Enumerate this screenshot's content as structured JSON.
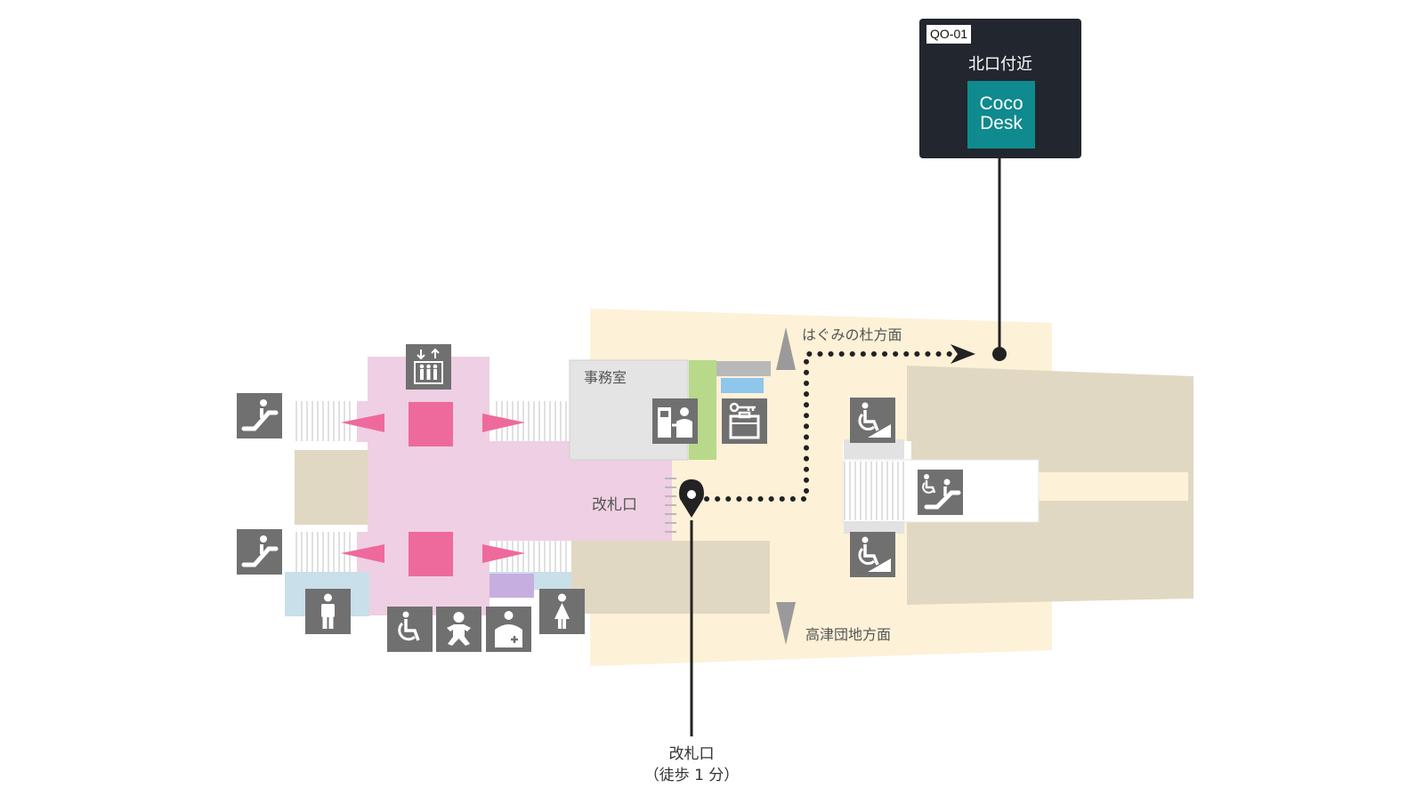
{
  "locker": {
    "code": "QO-01",
    "location": "北口付近",
    "logo_lines": [
      "Coco",
      "Desk"
    ]
  },
  "labels": {
    "office": "事務室",
    "ticket_gate": "改札口",
    "north_direction": "はぐみの杜方面",
    "south_direction": "高津団地方面",
    "route_start_line1": "改札口",
    "route_start_line2": "（徒歩 1 分）"
  },
  "icons": [
    "escalator-icon",
    "elevator-icon",
    "ticket-machine-icon",
    "coin-locker-icon",
    "wheelchair-ramp-icon",
    "accessible-escalator-icon",
    "mens-restroom-icon",
    "accessible-restroom-icon",
    "baby-care-icon",
    "ostomate-icon",
    "womens-restroom-icon",
    "map-pin-icon"
  ],
  "colors": {
    "concourse": "#fdf1d8",
    "restricted_area": "#e1d8c3",
    "paid_area": "#efcfe3",
    "stair_pink": "#ee6a9c",
    "icon_gray": "#707070",
    "callout_bg": "#22262e",
    "logo_teal": "#0f8a8e"
  }
}
